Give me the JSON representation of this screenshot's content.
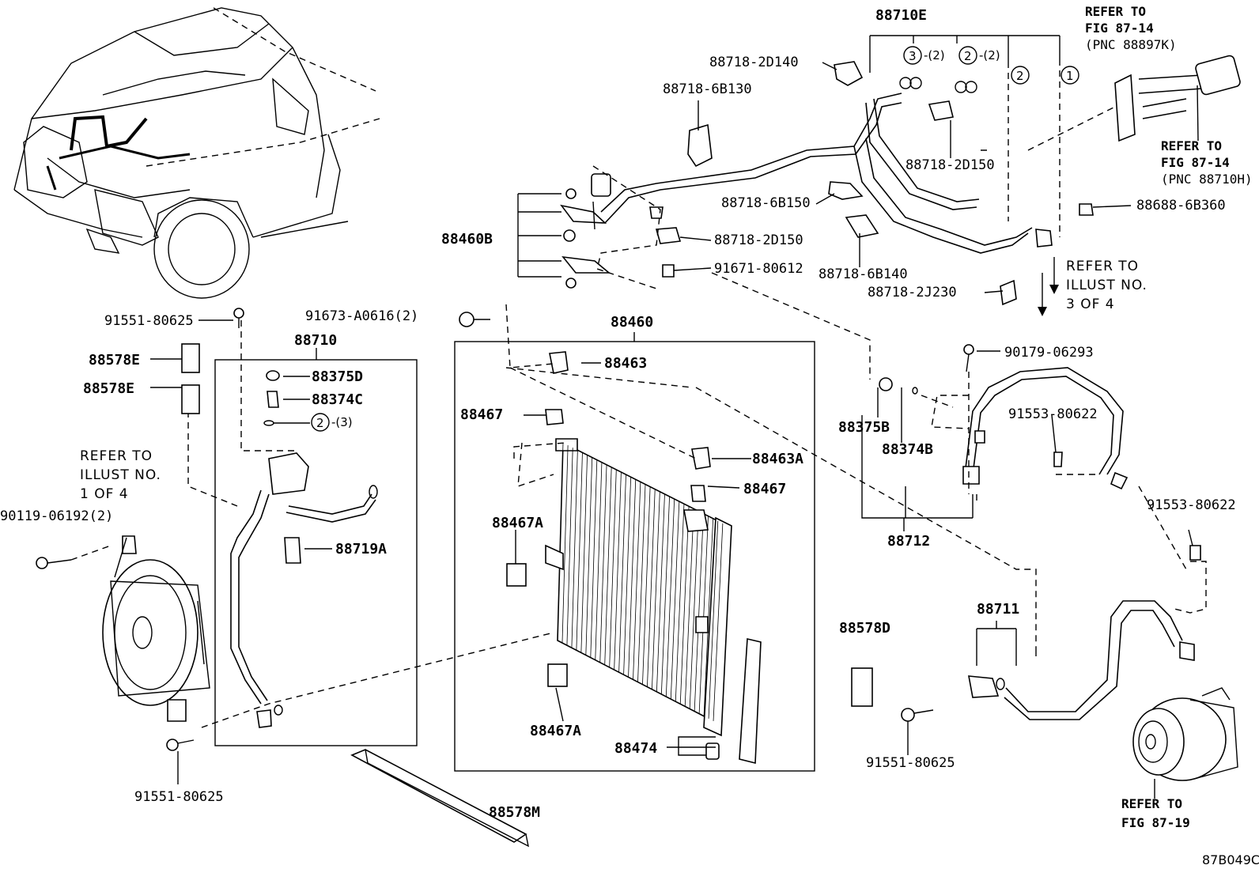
{
  "labels": {
    "p88710E": "88710E",
    "p88718_2D140": "88718-2D140",
    "p88718_6B130": "88718-6B130",
    "p88718_2D150_top": "88718-2D150",
    "p88718_6B150": "88718-6B150",
    "p88688_6B360": "88688-6B360",
    "p88460B": "88460B",
    "p88718_2D150": "88718-2D150",
    "p91671_80612": "91671-80612",
    "p88718_6B140": "88718-6B140",
    "p88718_2J230": "88718-2J230",
    "p91551_80625_a": "91551-80625",
    "p91673_A0616": "91673-A0616(2)",
    "p88460": "88460",
    "p88710": "88710",
    "p88578E_1": "88578E",
    "p88578E_2": "88578E",
    "p88375D": "88375D",
    "p88374C": "88374C",
    "p88463": "88463",
    "p90179_06293": "90179-06293",
    "p88467_a": "88467",
    "p88375B": "88375B",
    "p88374B": "88374B",
    "p91553_80622_a": "91553-80622",
    "p88463A": "88463A",
    "p88467_b": "88467",
    "p90119_06192": "90119-06192(2)",
    "p88719A": "88719A",
    "p88467A_1": "88467A",
    "p88712": "88712",
    "p91553_80622_b": "91553-80622",
    "p88711": "88711",
    "p88578D": "88578D",
    "p88467A_2": "88467A",
    "p88474": "88474",
    "p91551_80625_b": "91551-80625",
    "p91551_80625_c": "91551-80625",
    "p88578M": "88578M",
    "code": "87B049C"
  },
  "qty": {
    "q3": "3",
    "q3_paren": "-(2)",
    "q2": "2",
    "q2_paren": "-(2)",
    "c2": "2",
    "c1": "1",
    "c2_small": "2",
    "c2_small_paren": "-(3)"
  },
  "refs": {
    "fig8714a": [
      "REFER TO",
      "FIG 87-14",
      "(PNC 88897K)"
    ],
    "fig8714b": [
      "REFER TO",
      "FIG 87-14",
      "(PNC 88710H)"
    ],
    "illust3": [
      "REFER TO",
      "ILLUST NO.",
      "3 OF 4"
    ],
    "illust1": [
      "REFER TO",
      "ILLUST NO.",
      "1 OF 4"
    ],
    "fig8719": [
      "REFER TO",
      "FIG 87-19"
    ]
  }
}
